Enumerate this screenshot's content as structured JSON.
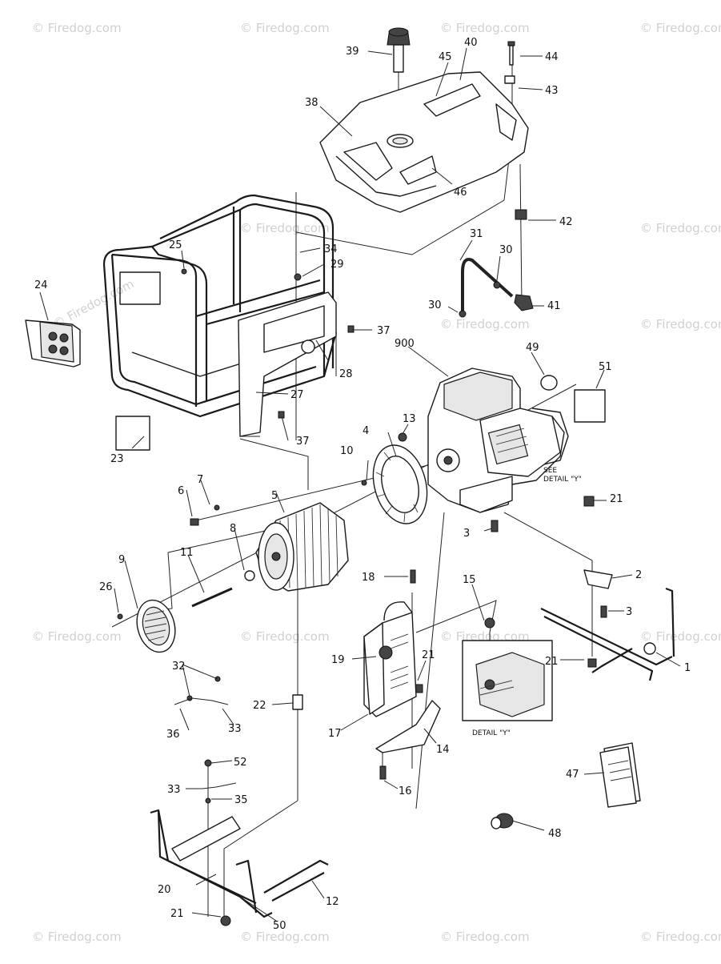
{
  "diagram": {
    "callouts": [
      "1",
      "2",
      "3",
      "3",
      "4",
      "5",
      "6",
      "7",
      "8",
      "9",
      "10",
      "11",
      "12",
      "13",
      "14",
      "15",
      "16",
      "17",
      "18",
      "19",
      "20",
      "21",
      "21",
      "21",
      "21",
      "22",
      "23",
      "24",
      "25",
      "26",
      "27",
      "28",
      "29",
      "30",
      "30",
      "31",
      "32",
      "33",
      "33",
      "34",
      "35",
      "36",
      "37",
      "37",
      "38",
      "39",
      "40",
      "41",
      "42",
      "43",
      "44",
      "45",
      "46",
      "47",
      "48",
      "49",
      "50",
      "51",
      "52",
      "900"
    ],
    "detail_pointer": [
      "SEE",
      "DETAIL \"Y\""
    ],
    "detail_caption": "DETAIL \"Y\"",
    "watermark": "© Firedog.com"
  }
}
